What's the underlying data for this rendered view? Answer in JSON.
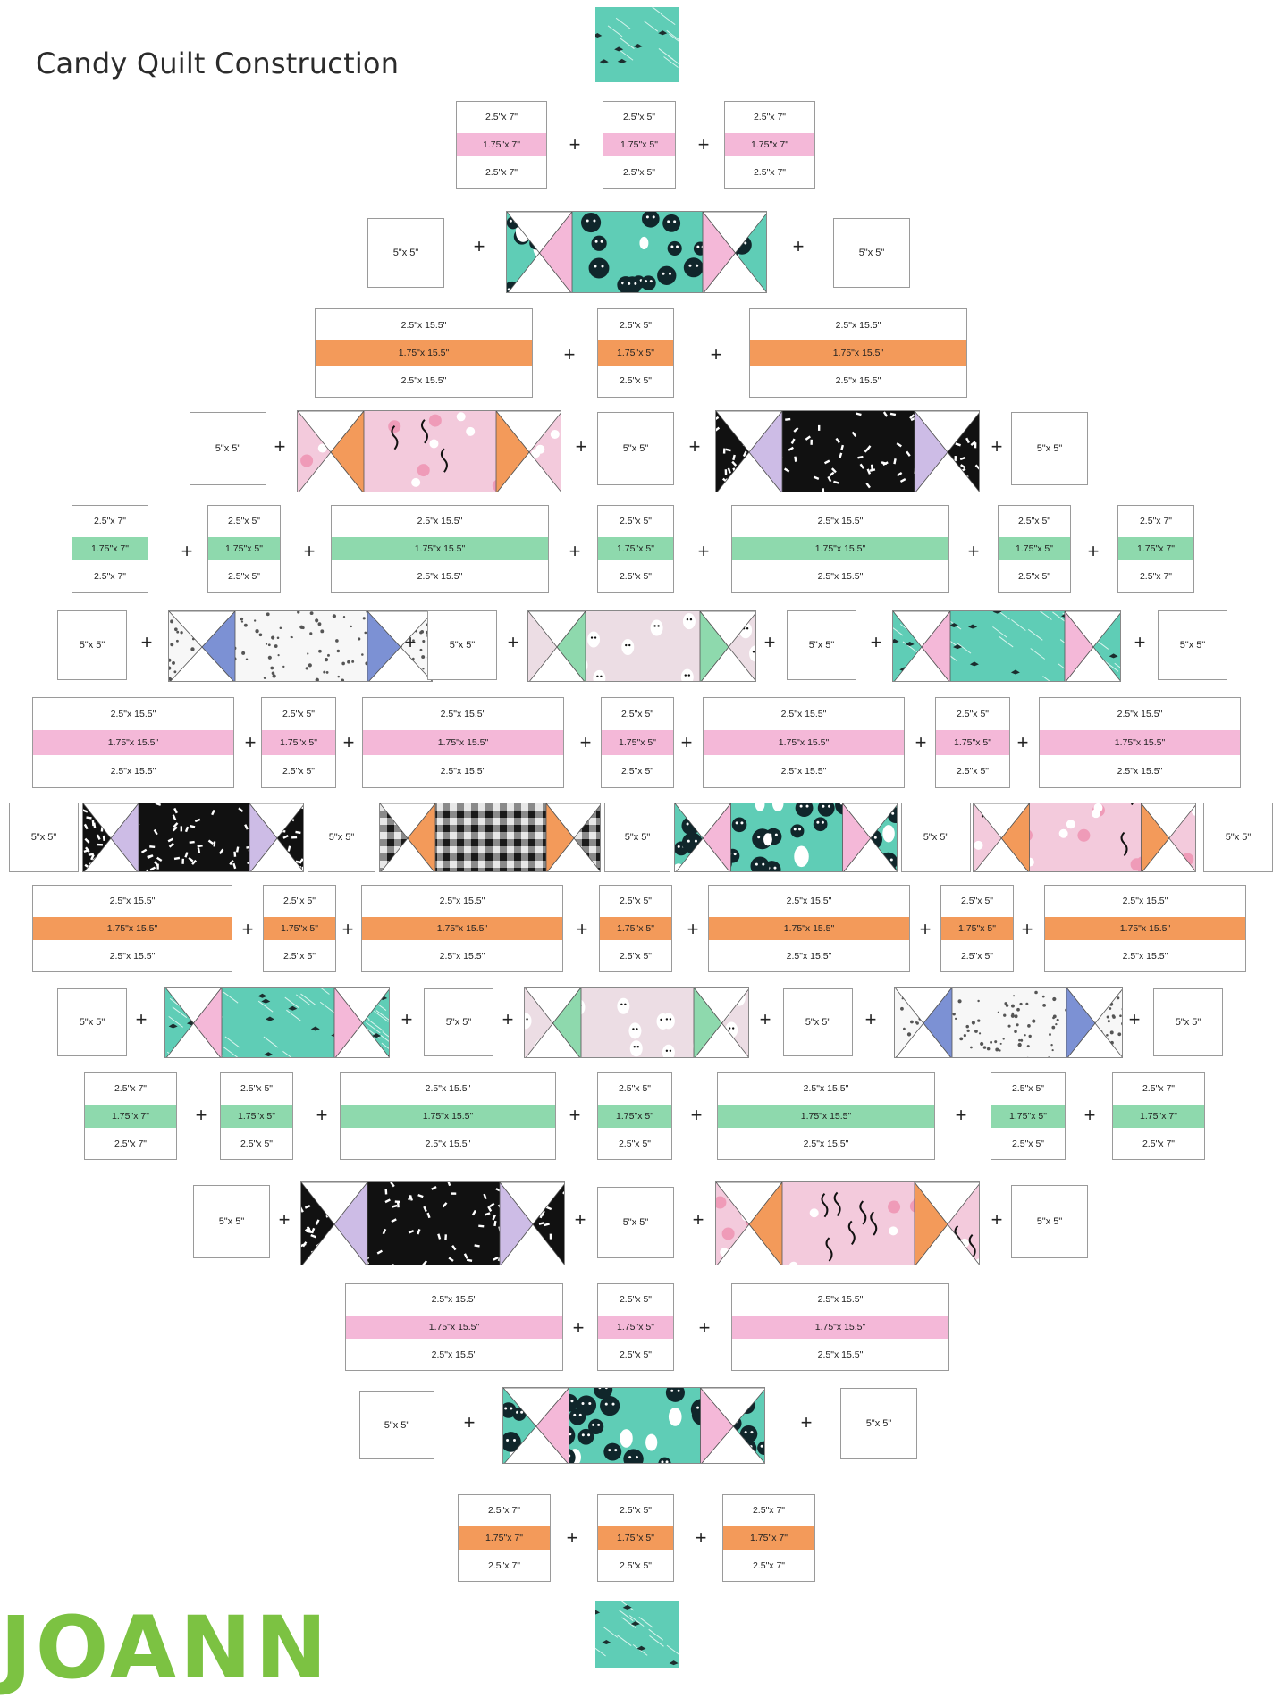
{
  "title": "Candy Quilt Construction",
  "logo": "JOANN",
  "colors": {
    "pink": "#f4b8d8",
    "orange": "#f39a5a",
    "green": "#8ed9ad",
    "lavender": "#cdbce6",
    "blue": "#7c91d4",
    "teal": "#5fcdb6",
    "black": "#111111",
    "logo_green": "#7cc242"
  },
  "fabrics": {
    "pumpkin": "teal-pumpkin-print",
    "mixed_pink": "pink-halloween-print",
    "black_sprinkle": "black-sprinkle-print",
    "dot_white": "white-dot-print",
    "ghost_pink": "pink-ghost-print",
    "teal_bat": "teal-bat-print",
    "gingham": "black-gingham-print"
  },
  "labels": {
    "sq5": "5\"x 5\"",
    "s_7": "2.5\"x 7\"",
    "m_7": "1.75\"x 7\"",
    "s_5": "2.5\"x 5\"",
    "m_5": "1.75\"x 5\"",
    "s_15": "2.5\"x 15.5\"",
    "m_15": "1.75\"x 15.5\"",
    "plus": "+"
  }
}
